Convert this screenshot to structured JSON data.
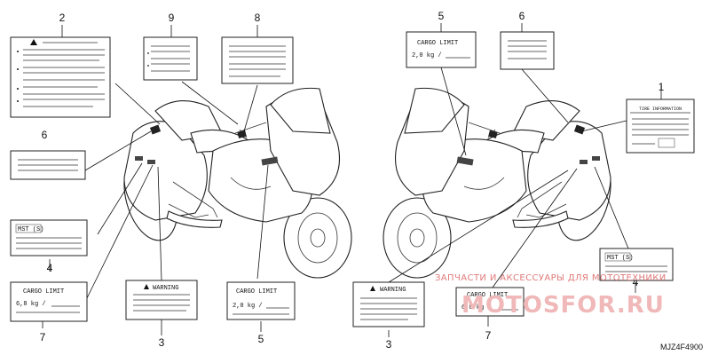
{
  "callouts": {
    "n2": "2",
    "n9": "9",
    "n8": "8",
    "n6a": "6",
    "n4a": "4",
    "n7a": "7",
    "n3a": "3",
    "n5a": "5",
    "n5b": "5",
    "n6b": "6",
    "n1": "1",
    "n4b": "4",
    "n3b": "3",
    "n7b": "7"
  },
  "labels": {
    "cargo_limit": "CARGO LIMIT",
    "cargo_kg_left": "6,8 kg /",
    "cargo_kg_mid": "2,0 kg /",
    "cargo_kg_top": "2,0 kg /",
    "cargo_kg_right": "6,8 kg /",
    "warning": "WARNING",
    "tire_code": "MST (S)",
    "tire_info": "TIRE INFORMATION"
  },
  "watermark": {
    "text": "ЗАПЧАСТИ И АКСЕССУАРЫ ДЛЯ МОТОТЕХНИКИ",
    "logo": "MOTOSFOR.RU"
  },
  "drawing_code": "MJZ4F4900",
  "colors": {
    "ink": "#222222",
    "watermark": "#e07a7a"
  }
}
